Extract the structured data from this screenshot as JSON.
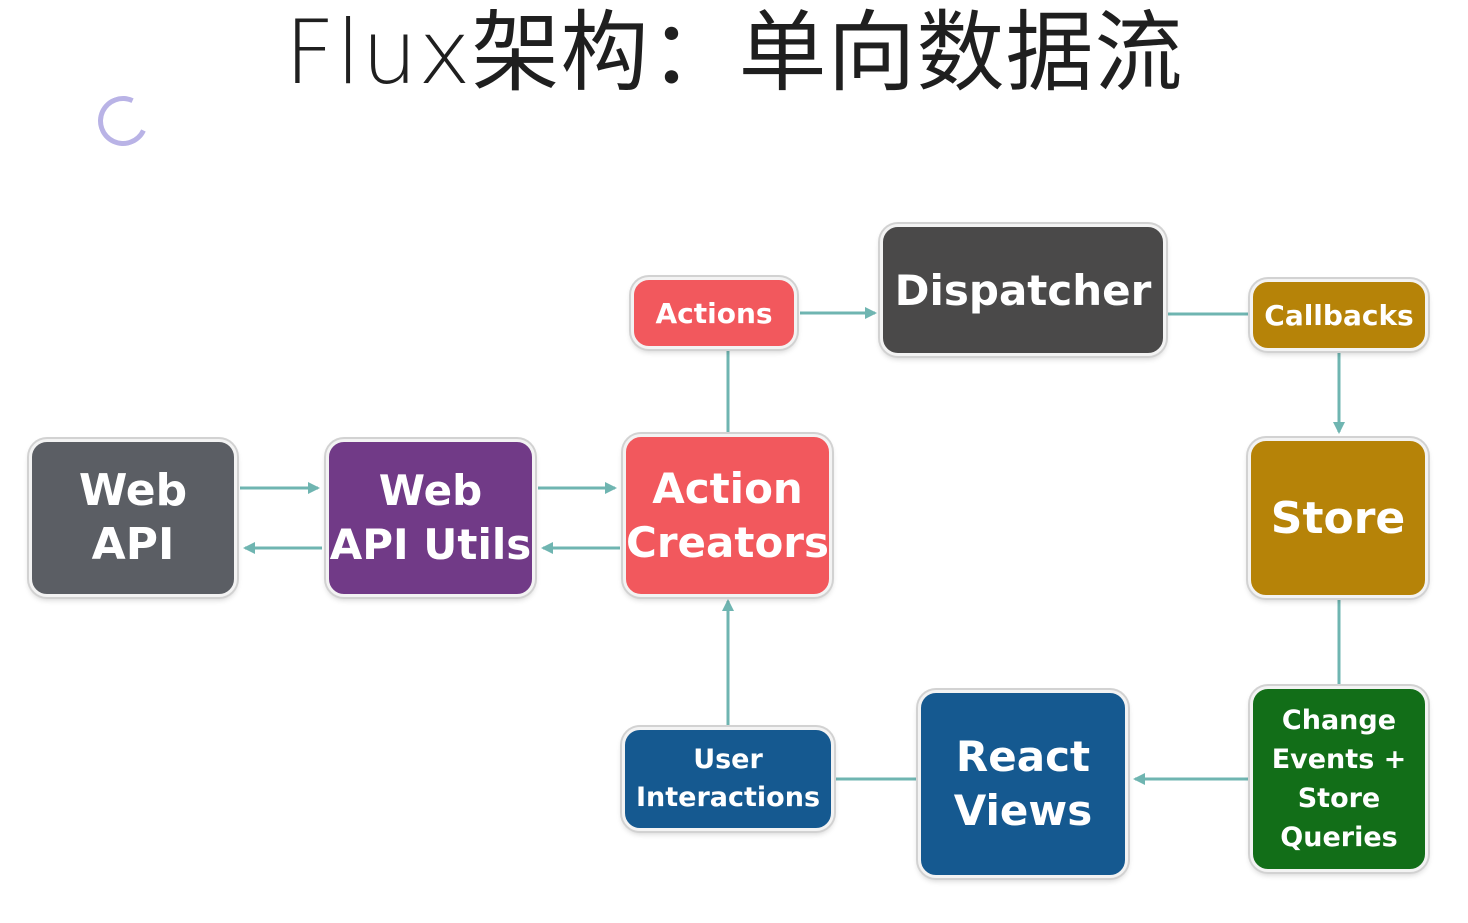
{
  "title": "Flux架构：单向数据流",
  "colors": {
    "edge": "#6fb5b1",
    "web_api": "#5b5e64",
    "web_api_utils": "#713a87",
    "action_creators": "#f2585d",
    "actions": "#f2585d",
    "dispatcher": "#4a4949",
    "callbacks": "#b68308",
    "store": "#b68308",
    "change_events": "#126e18",
    "react_views": "#155990",
    "user_interactions": "#155990"
  },
  "nodes": {
    "web_api": "Web\nAPI",
    "web_api_utils": "Web\nAPI Utils",
    "action_creators": "Action\nCreators",
    "actions": "Actions",
    "dispatcher": "Dispatcher",
    "callbacks": "Callbacks",
    "store": "Store",
    "change_events": "Change\nEvents +\nStore\nQueries",
    "react_views": "React\nViews",
    "user_interactions": "User\nInteractions"
  }
}
